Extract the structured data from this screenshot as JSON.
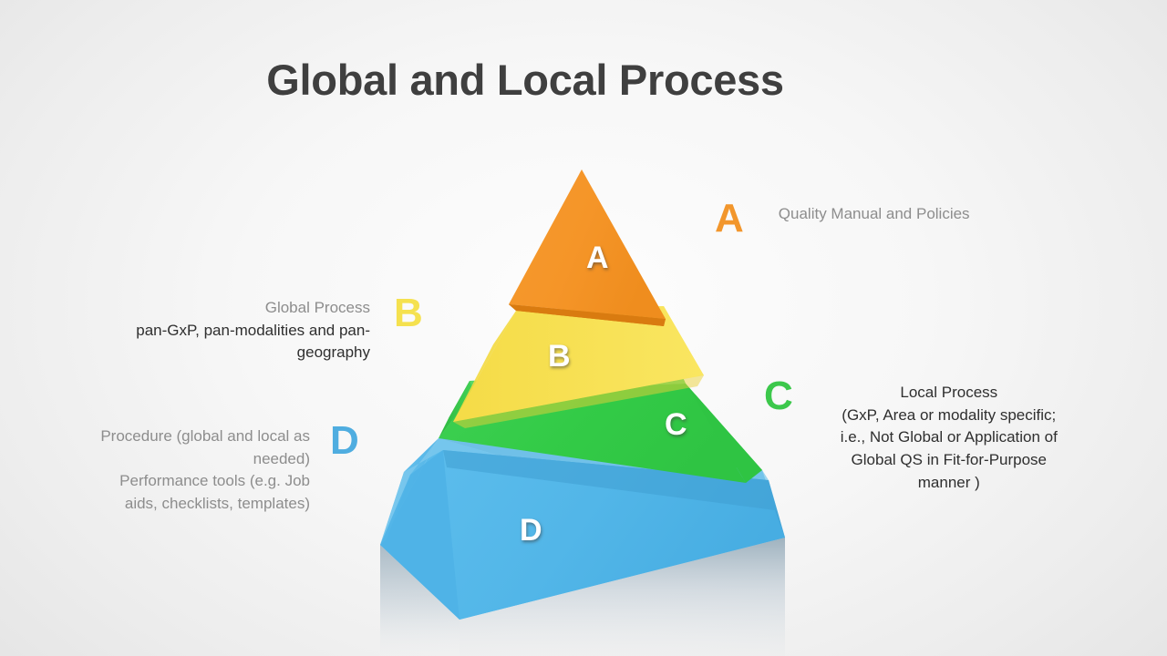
{
  "slide": {
    "title": "Global and Local Process",
    "background_color": "#f2f2f2"
  },
  "pyramid": {
    "tiers": [
      {
        "key": "A",
        "letter": "A",
        "color": "#f49728",
        "shade_color": "#d97b10",
        "marker_color": "#f2962c"
      },
      {
        "key": "B",
        "letter": "B",
        "color": "#f7e04f",
        "shade_color": "#e4c82f",
        "marker_color": "#f5e14f"
      },
      {
        "key": "C",
        "letter": "C",
        "color": "#35cc4a",
        "shade_color": "#23a838",
        "marker_color": "#3cc84b"
      },
      {
        "key": "D",
        "letter": "D",
        "color": "#53b6e8",
        "shade_color": "#3a9bd4",
        "marker_color": "#4fade0"
      }
    ]
  },
  "callouts": {
    "a": {
      "marker": "A",
      "title": "Quality Manual and Policies"
    },
    "b": {
      "marker": "B",
      "title": "Global Process",
      "detail_line_1": "pan-GxP, pan-modalities and pan-",
      "detail_line_2": "geography"
    },
    "c": {
      "marker": "C",
      "line_1": "Local Process",
      "line_2": "(GxP, Area or modality specific;",
      "line_3": "i.e., Not Global or Application of",
      "line_4": "Global QS in Fit-for-Purpose",
      "line_5": "manner )"
    },
    "d": {
      "marker": "D",
      "line_1": "Procedure (global and local as",
      "line_2": "needed)",
      "line_3": "Performance tools (e.g. Job",
      "line_4": "aids, checklists, templates)"
    }
  }
}
